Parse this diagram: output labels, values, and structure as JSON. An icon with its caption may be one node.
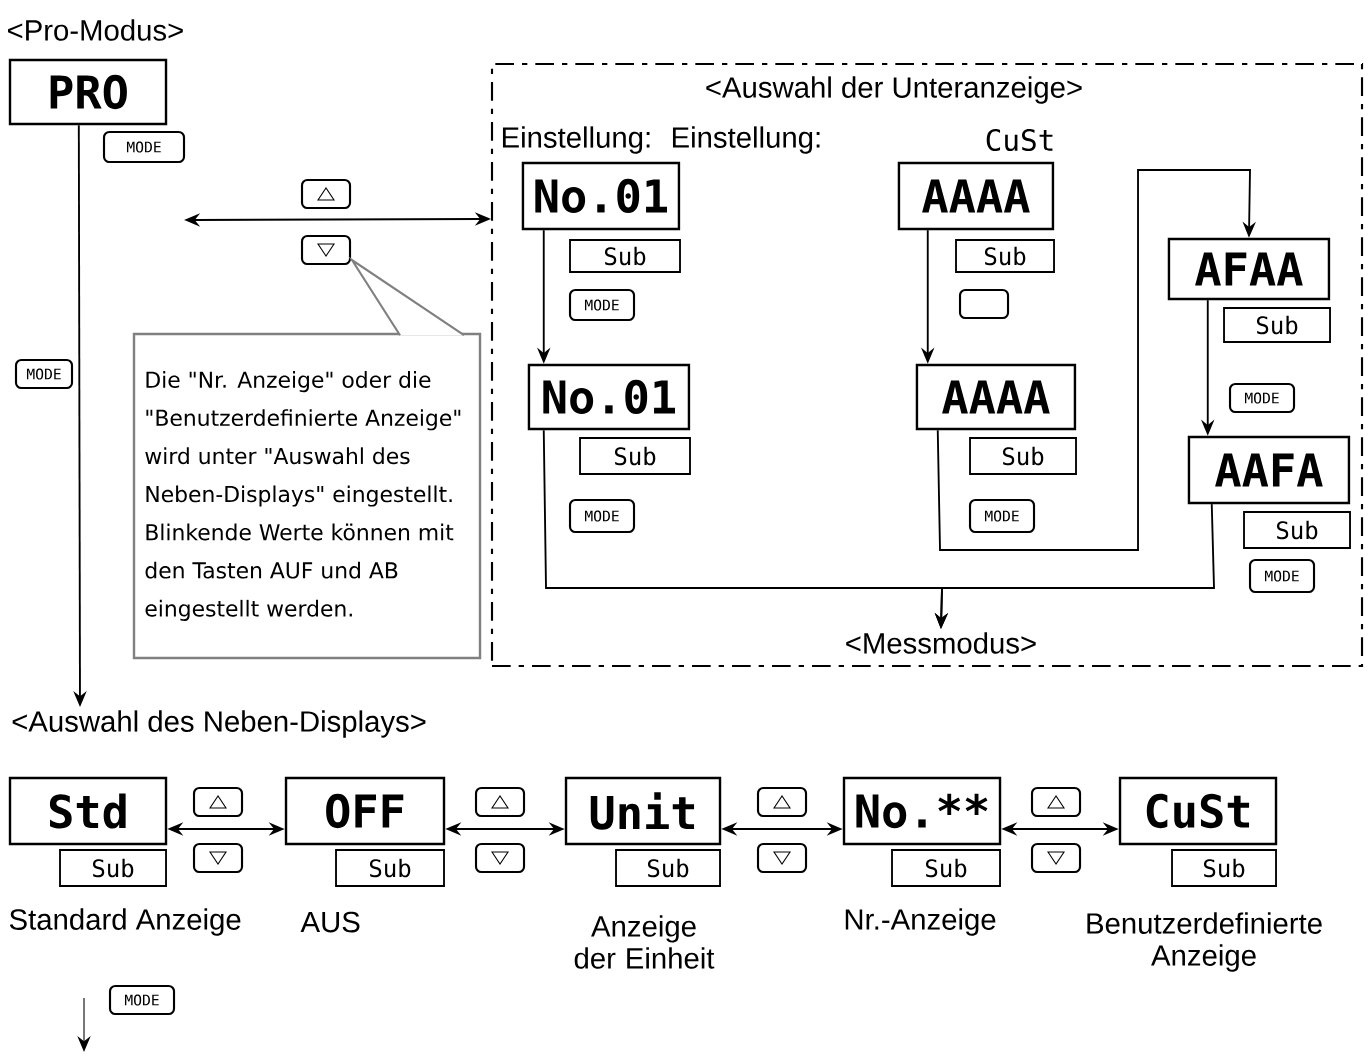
{
  "diagram": {
    "nodes": [
      {
        "text": [
          "PRO"
        ]
      },
      {
        "text": [
          "<Auswahl der Unteranzeige>"
        ]
      },
      {
        "text": [
          "Die \"Nr. Anzeige\" oder die \"Benutzerdefinierte Anzeige\" wird unter \"Auswahl des Neben-Displays\" eingestellt. Blinkende Werte können mit den Tasten AUF und AB eingestellt werden."
        ]
      },
      {
        "text": [
          "No.01"
        ],
        "in": 1
      },
      {
        "text": [
          "AAAA"
        ],
        "in": 1
      },
      {
        "text": [
          "AFAA"
        ],
        "in": 1
      },
      {
        "text": [
          "No.01"
        ],
        "in": 1
      },
      {
        "text": [
          "AAAA"
        ],
        "in": 1
      },
      {
        "text": [
          "AAFA"
        ],
        "in": 1
      },
      {
        "text": [
          "<Messmodus>"
        ],
        "in": 1
      },
      {
        "text": [
          "<Auswahl des Neben-Displays>"
        ]
      },
      {
        "text": [
          "Std"
        ],
        "beside": [
          "Standard Anzeige"
        ]
      },
      {
        "text": [
          "OFF"
        ],
        "beside": [
          "AUS"
        ]
      },
      {
        "text": [
          "Unit"
        ],
        "beside": [
          "Anzeige der Einheit"
        ]
      },
      {
        "text": [
          "No.**"
        ],
        "beside": [
          "Nr.-Anzeige"
        ]
      },
      {
        "text": [
          "CuSt"
        ],
        "beside": [
          "Benutzerdefinierte Anzeige"
        ]
      }
    ],
    "edges": [
      {
        "from": 0,
        "to": 10,
        "arrow": "to"
      },
      {
        "from": null,
        "to": 1,
        "arrow": "both"
      },
      {
        "from": 3,
        "to": 6,
        "arrow": "to"
      },
      {
        "from": 4,
        "to": 7,
        "arrow": "to"
      },
      {
        "from": 7,
        "to": 5,
        "arrow": "to"
      },
      {
        "from": 5,
        "to": 8,
        "arrow": "to"
      },
      {
        "from": 6,
        "to": 9,
        "arrow": "to"
      },
      {
        "from": 8,
        "to": 9,
        "arrow": "to"
      },
      {
        "from": 11,
        "to": 12,
        "arrow": "both"
      },
      {
        "from": 12,
        "to": 13,
        "arrow": "both"
      },
      {
        "from": 13,
        "to": 14,
        "arrow": "both"
      },
      {
        "from": 14,
        "to": 15,
        "arrow": "both"
      }
    ],
    "labels": [
      "<Pro-Modus>",
      "MODE",
      "Einstellung:",
      "Einstellung:",
      "CuSt",
      "Sub",
      "MODE",
      "Sub",
      "Sub",
      "MODE",
      "Sub",
      "Sub",
      "MODE",
      "Sub",
      "MODE",
      "MODE",
      "MODE",
      "Sub",
      "Sub",
      "Sub",
      "Sub",
      "Sub",
      "MODE"
    ]
  }
}
